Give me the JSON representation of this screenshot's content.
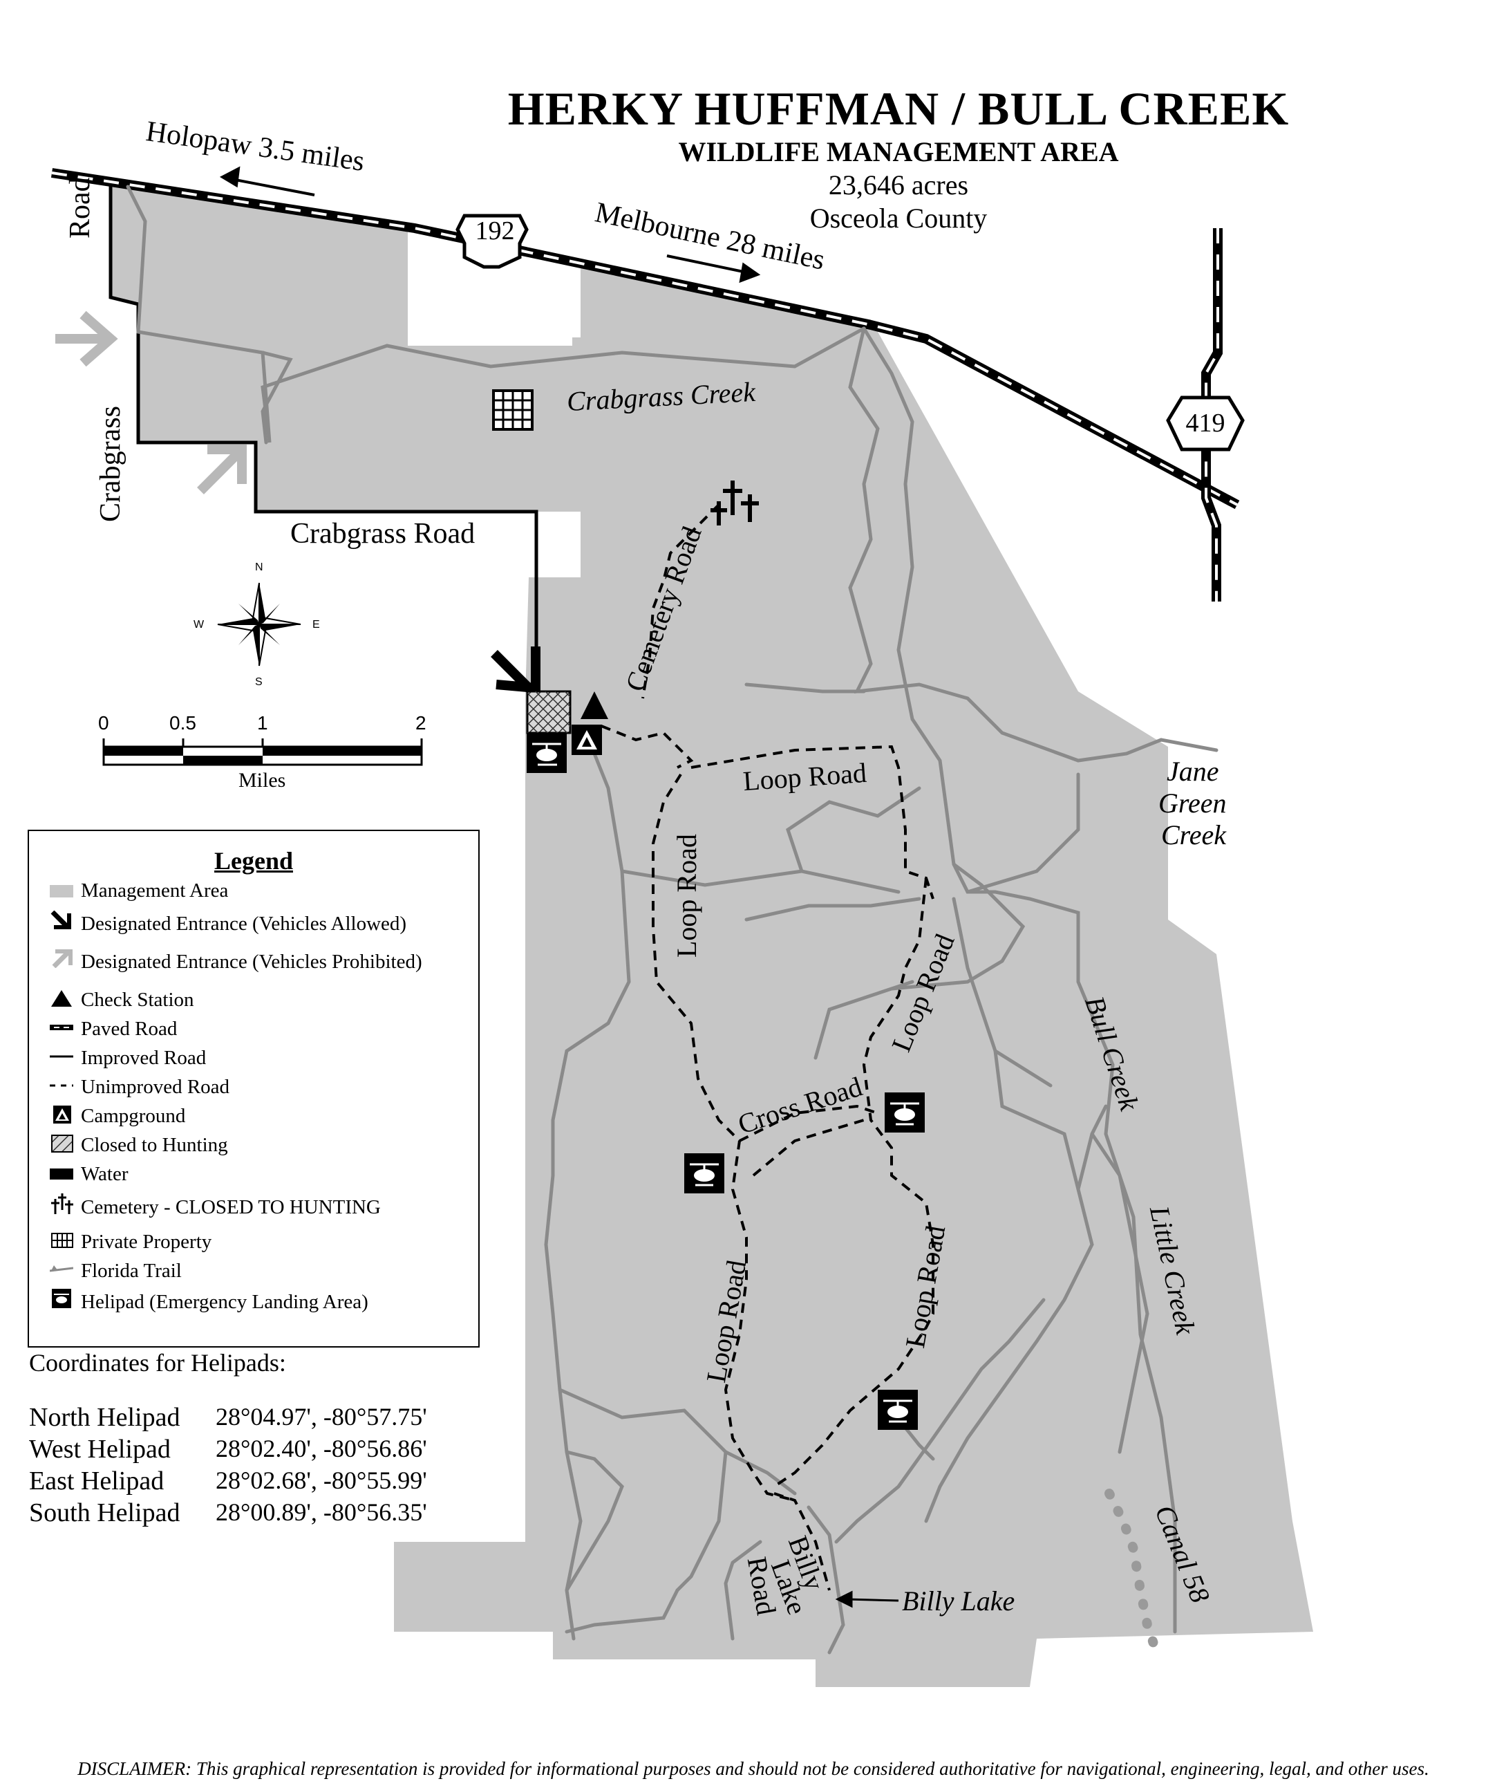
{
  "header": {
    "title": "HERKY HUFFMAN / BULL CREEK",
    "subtitle": "WILDLIFE MANAGEMENT AREA",
    "acres": "23,646 acres",
    "county": "Osceola County"
  },
  "map_labels": {
    "holopaw": "Holopaw 3.5 miles",
    "melbourne": "Melbourne 28 miles",
    "us192": "192",
    "sr419": "419",
    "crabgrass_road_vertical_top": "Road",
    "crabgrass_road_vertical_bottom": "Crabgrass",
    "crabgrass_road": "Crabgrass Road",
    "crabgrass_creek": "Crabgrass Creek",
    "cemetery_road": "Cemetery Road",
    "loop_road": "Loop Road",
    "cross_road": "Cross Road",
    "jane_green_creek_1": "Jane",
    "jane_green_creek_2": "Green",
    "jane_green_creek_3": "Creek",
    "bull_creek": "Bull Creek",
    "little_creek": "Little Creek",
    "canal_58": "Canal 58",
    "billy_lake_road_1": "Billy",
    "billy_lake_road_2": "Lake",
    "billy_lake_road_3": "Road",
    "billy_lake": "Billy Lake"
  },
  "compass": {
    "n": "N",
    "s": "S",
    "e": "E",
    "w": "W"
  },
  "scale": {
    "t0": "0",
    "t1": "0.5",
    "t2": "1",
    "t3": "2",
    "unit": "Miles"
  },
  "legend": {
    "title": "Legend",
    "items": [
      "Management Area",
      "Designated Entrance (Vehicles Allowed)",
      "Designated Entrance (Vehicles Prohibited)",
      "Check Station",
      "Paved Road",
      "Improved Road",
      "Unimproved Road",
      "Campground",
      "Closed to Hunting",
      "Water",
      "Cemetery - CLOSED TO HUNTING",
      "Private Property",
      "Florida Trail",
      "Helipad (Emergency Landing Area)"
    ]
  },
  "coordinates": {
    "title": "Coordinates for Helipads:",
    "rows": [
      {
        "name": "North Helipad",
        "value": "28°04.97', -80°57.75'"
      },
      {
        "name": "West Helipad",
        "value": "28°02.40', -80°56.86'"
      },
      {
        "name": "East Helipad",
        "value": "28°02.68', -80°55.99'"
      },
      {
        "name": "South Helipad",
        "value": "28°00.89', -80°56.35'"
      }
    ]
  },
  "disclaimer": "DISCLAIMER: This graphical representation is provided for informational purposes and should not be considered authoritative for navigational, engineering, legal, and other uses.",
  "colors": {
    "management_area": "#c6c6c6",
    "trail": "#8a8a8a",
    "entrance_prohibited": "#b8b8b8"
  }
}
